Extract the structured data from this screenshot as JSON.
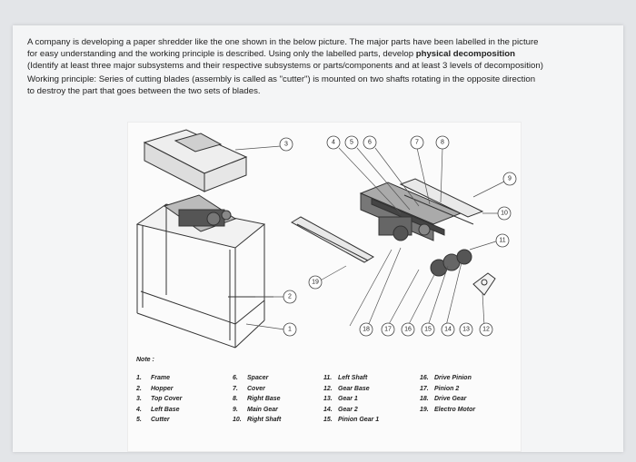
{
  "question": {
    "line1": "A company is developing a paper shredder like the one shown in the below picture. The major parts have been labelled in the picture",
    "line2_pre": "for easy understanding and the working principle is described. Using only the labelled parts, develop ",
    "line2_bold": "physical decomposition",
    "line3": "(Identify at least three major subsystems and their respective subsystems or parts/components and at least 3 levels of decomposition)",
    "line4": "Working principle: Series of cutting blades (assembly is called as \"cutter\") is mounted on two shafts rotating in the opposite direction",
    "line5": "to destroy the part that goes between the two sets of blades."
  },
  "figure": {
    "callouts": [
      "1",
      "2",
      "3",
      "4",
      "5",
      "6",
      "7",
      "8",
      "9",
      "10",
      "11",
      "12",
      "13",
      "14",
      "15",
      "16",
      "17",
      "18",
      "19"
    ],
    "note_label": "Note :",
    "legend": [
      [
        {
          "num": "1.",
          "name": "Frame"
        },
        {
          "num": "2.",
          "name": "Hopper"
        },
        {
          "num": "3.",
          "name": "Top Cover"
        },
        {
          "num": "4.",
          "name": "Left Base"
        },
        {
          "num": "5.",
          "name": "Cutter"
        }
      ],
      [
        {
          "num": "6.",
          "name": "Spacer"
        },
        {
          "num": "7.",
          "name": "Cover"
        },
        {
          "num": "8.",
          "name": "Right Base"
        },
        {
          "num": "9.",
          "name": "Main Gear"
        },
        {
          "num": "10.",
          "name": "Right Shaft"
        }
      ],
      [
        {
          "num": "11.",
          "name": "Left Shaft"
        },
        {
          "num": "12.",
          "name": "Gear Base"
        },
        {
          "num": "13.",
          "name": "Gear 1"
        },
        {
          "num": "14.",
          "name": "Gear 2"
        },
        {
          "num": "15.",
          "name": "Pinion Gear 1"
        }
      ],
      [
        {
          "num": "16.",
          "name": "Drive Pinion"
        },
        {
          "num": "17.",
          "name": "Pinion 2"
        },
        {
          "num": "18.",
          "name": "Drive Gear"
        },
        {
          "num": "19.",
          "name": "Electro Motor"
        }
      ]
    ]
  }
}
